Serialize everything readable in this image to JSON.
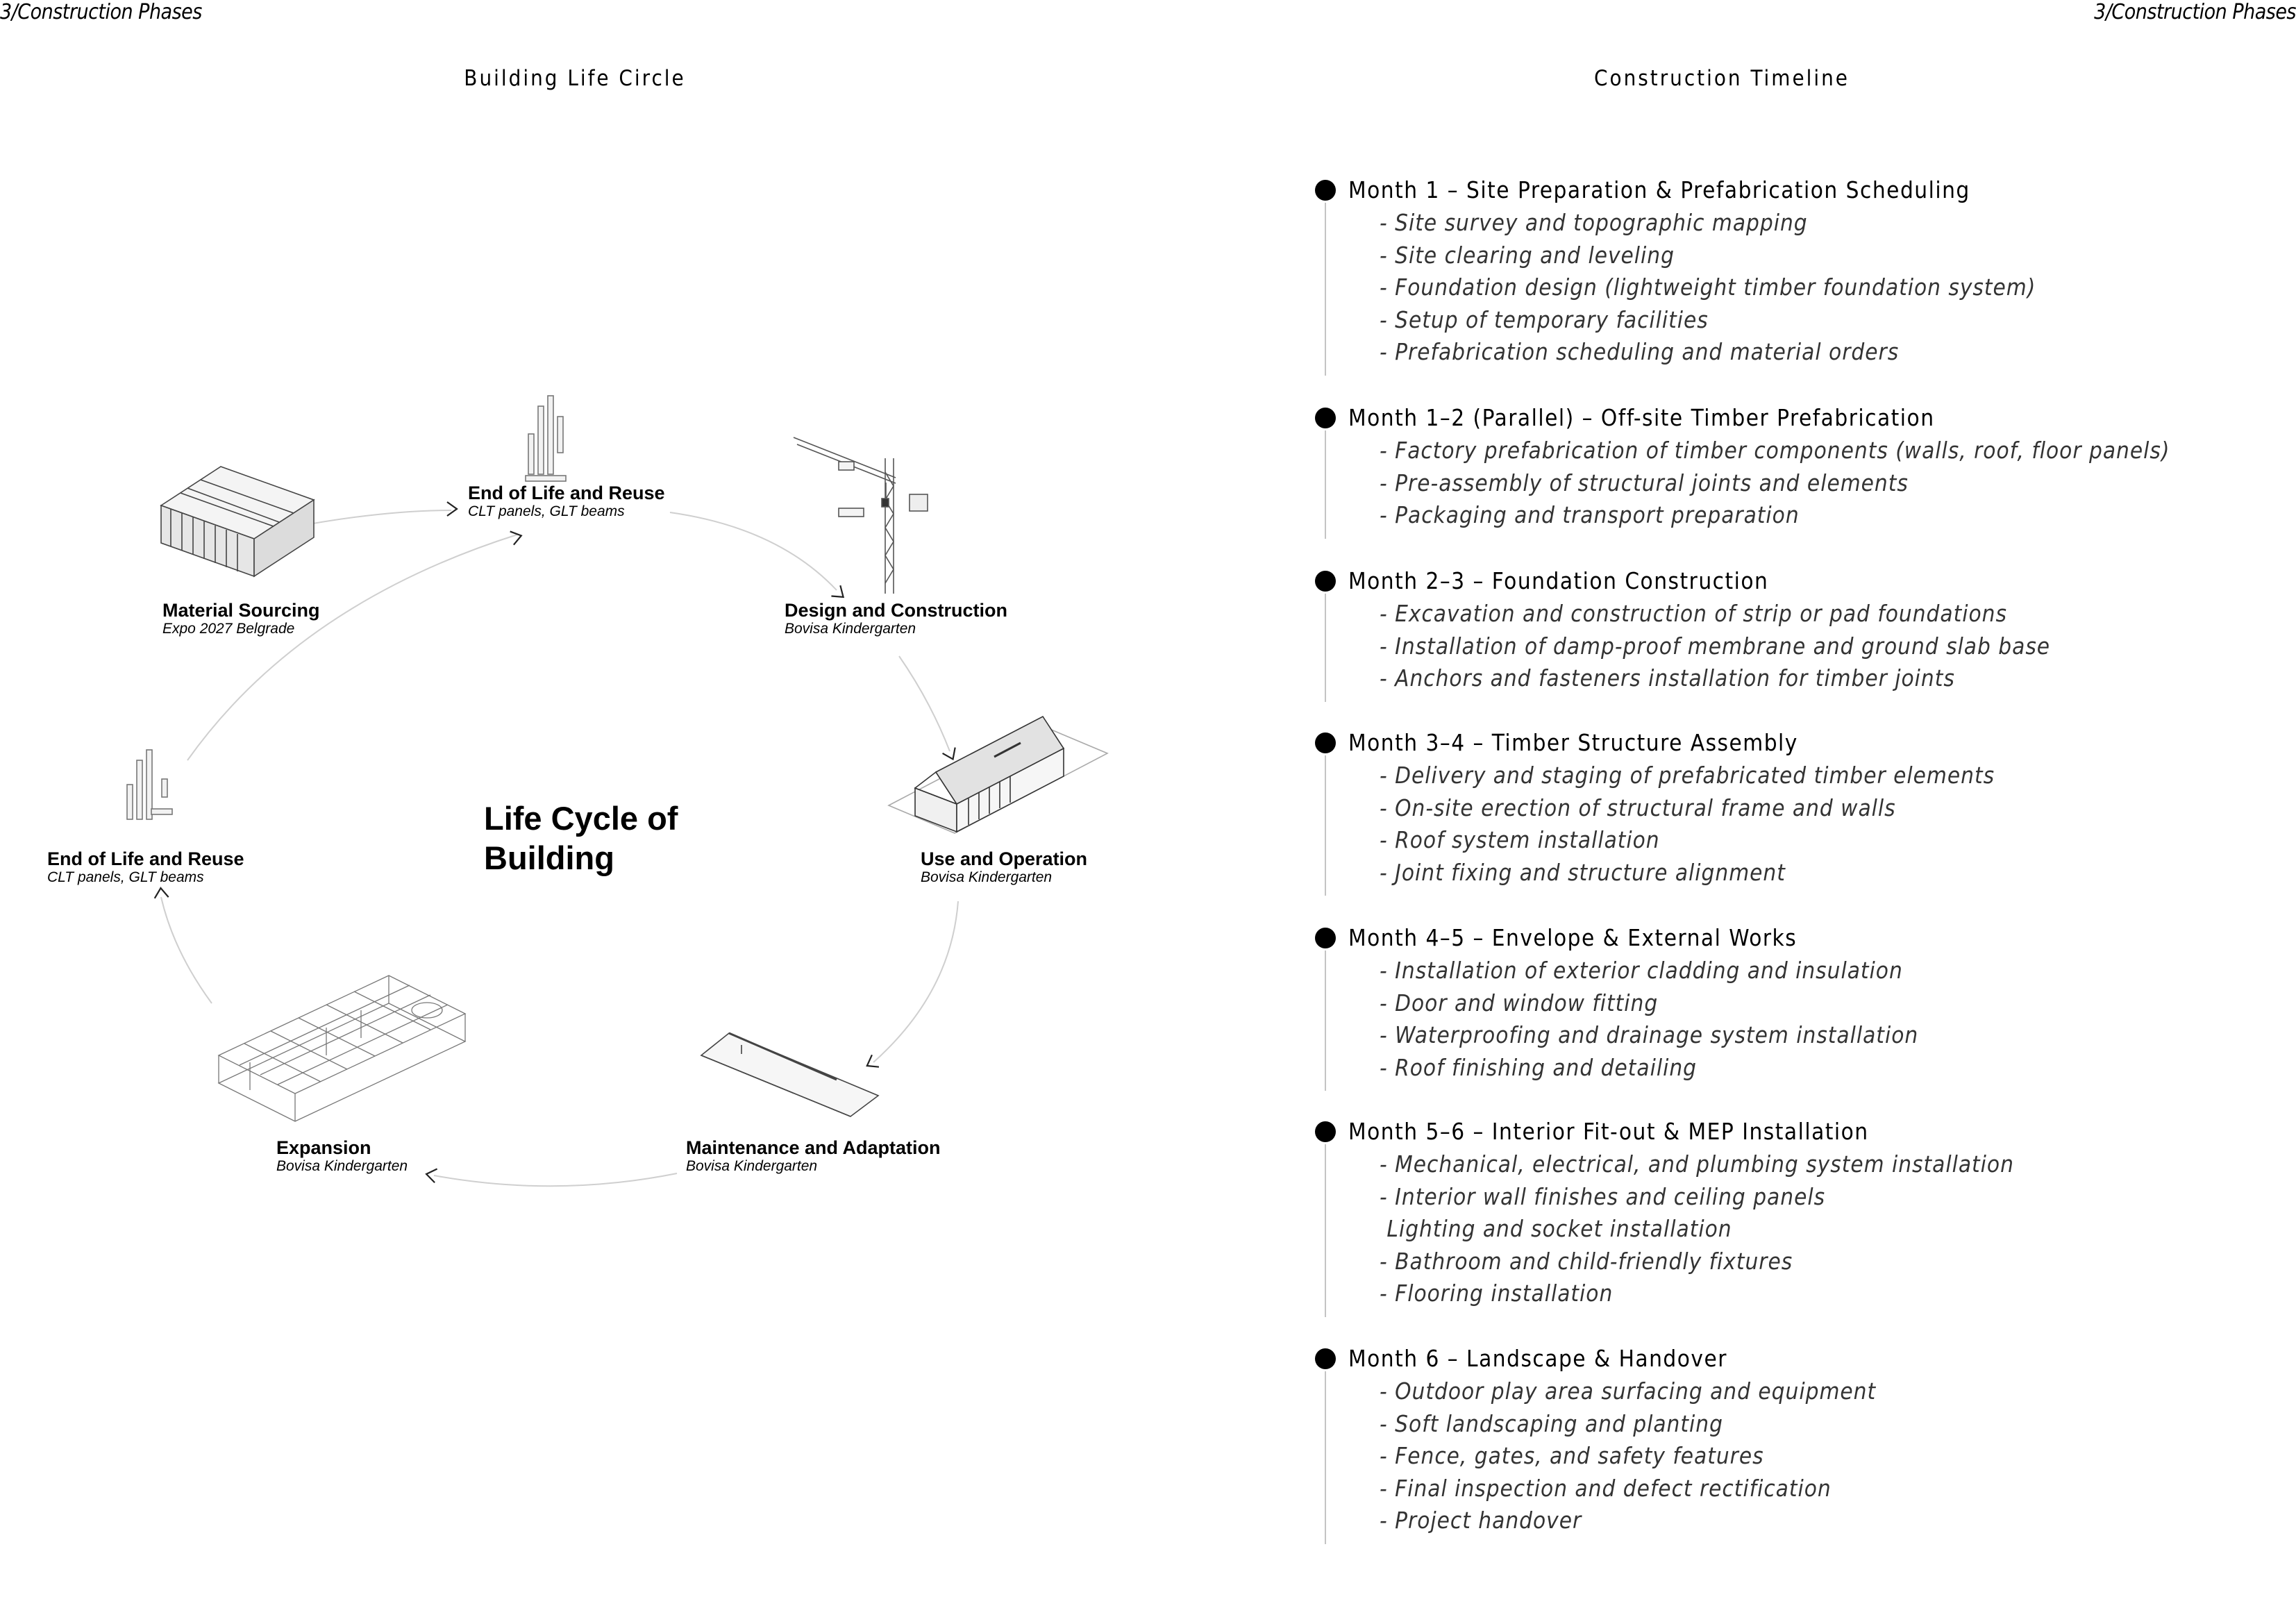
{
  "header": {
    "corner_left": "3/Construction Phases",
    "corner_right": "3/Construction Phases",
    "left_title": "Building Life Circle",
    "right_title": "Construction Timeline"
  },
  "cycle": {
    "center_line1": "Life Cycle of",
    "center_line2": "Building",
    "nodes": [
      {
        "title": "End of Life and Reuse",
        "subtitle": "CLT panels, GLT beams"
      },
      {
        "title": "Material Sourcing",
        "subtitle": "Expo 2027 Belgrade"
      },
      {
        "title": "Design and Construction",
        "subtitle": "Bovisa Kindergarten"
      },
      {
        "title": "End of Life and Reuse",
        "subtitle": "CLT panels, GLT beams"
      },
      {
        "title": "Use and Operation",
        "subtitle": "Bovisa Kindergarten"
      },
      {
        "title": "Expansion",
        "subtitle": "Bovisa Kindergarten"
      },
      {
        "title": "Maintenance and Adaptation",
        "subtitle": "Bovisa Kindergarten"
      }
    ]
  },
  "timeline": {
    "phases": [
      {
        "title": "Month 1 – Site Preparation & Prefabrication Scheduling",
        "items": [
          "- Site survey and topographic mapping",
          "- Site clearing and leveling",
          "- Foundation design (lightweight timber foundation system)",
          "- Setup of temporary facilities",
          "- Prefabrication scheduling and material orders"
        ]
      },
      {
        "title": "Month 1–2 (Parallel) – Off-site Timber Prefabrication",
        "items": [
          "- Factory prefabrication of timber components (walls, roof, floor panels)",
          "- Pre-assembly of structural joints and elements",
          "- Packaging and transport preparation"
        ]
      },
      {
        "title": "Month 2–3 – Foundation Construction",
        "items": [
          "- Excavation and construction of strip or pad foundations",
          "- Installation of damp-proof membrane and ground slab base",
          "- Anchors and fasteners installation for timber joints"
        ]
      },
      {
        "title": "Month 3–4 – Timber Structure Assembly",
        "items": [
          "- Delivery and staging of prefabricated timber elements",
          "- On-site erection of structural frame and walls",
          "- Roof system installation",
          "- Joint fixing and structure alignment"
        ]
      },
      {
        "title": "Month 4–5 – Envelope & External Works",
        "items": [
          "- Installation of exterior cladding and insulation",
          "- Door and window fitting",
          "- Waterproofing and drainage system installation",
          "- Roof finishing and detailing"
        ]
      },
      {
        "title": "Month 5–6 – Interior Fit-out & MEP Installation",
        "items": [
          "- Mechanical, electrical, and plumbing system installation",
          "- Interior wall finishes and ceiling panels",
          " Lighting and socket installation",
          "- Bathroom and child-friendly fixtures",
          "- Flooring installation"
        ]
      },
      {
        "title": "Month 6 – Landscape & Handover",
        "items": [
          "- Outdoor play area surfacing and equipment",
          "- Soft landscaping and planting",
          "- Fence, gates, and safety features",
          "- Final inspection and defect rectification",
          "- Project handover"
        ]
      }
    ]
  }
}
